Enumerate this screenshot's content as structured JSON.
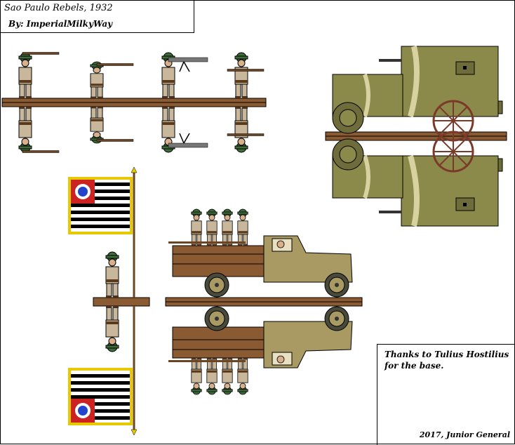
{
  "sheet": {
    "title": "Sao Paulo Rebels, 1932",
    "author": "By: ImperialMilkyWay",
    "credit": "Thanks to Tulius Hostilius for the base.",
    "copyright": "2017, Junior General"
  },
  "colors": {
    "khaki": "#c8b79a",
    "khaki_dark": "#a8977a",
    "helmet": "#3e6b3a",
    "base_wood": "#8a5a32",
    "vehicle_olive": "#8c8a4a",
    "vehicle_olive_dark": "#6e6c3a",
    "truck_tan": "#a89a62",
    "wheel_brown": "#7a3a2a",
    "flag_red": "#cc2222",
    "flag_blue": "#2244cc",
    "flag_gold": "#e8c800"
  }
}
